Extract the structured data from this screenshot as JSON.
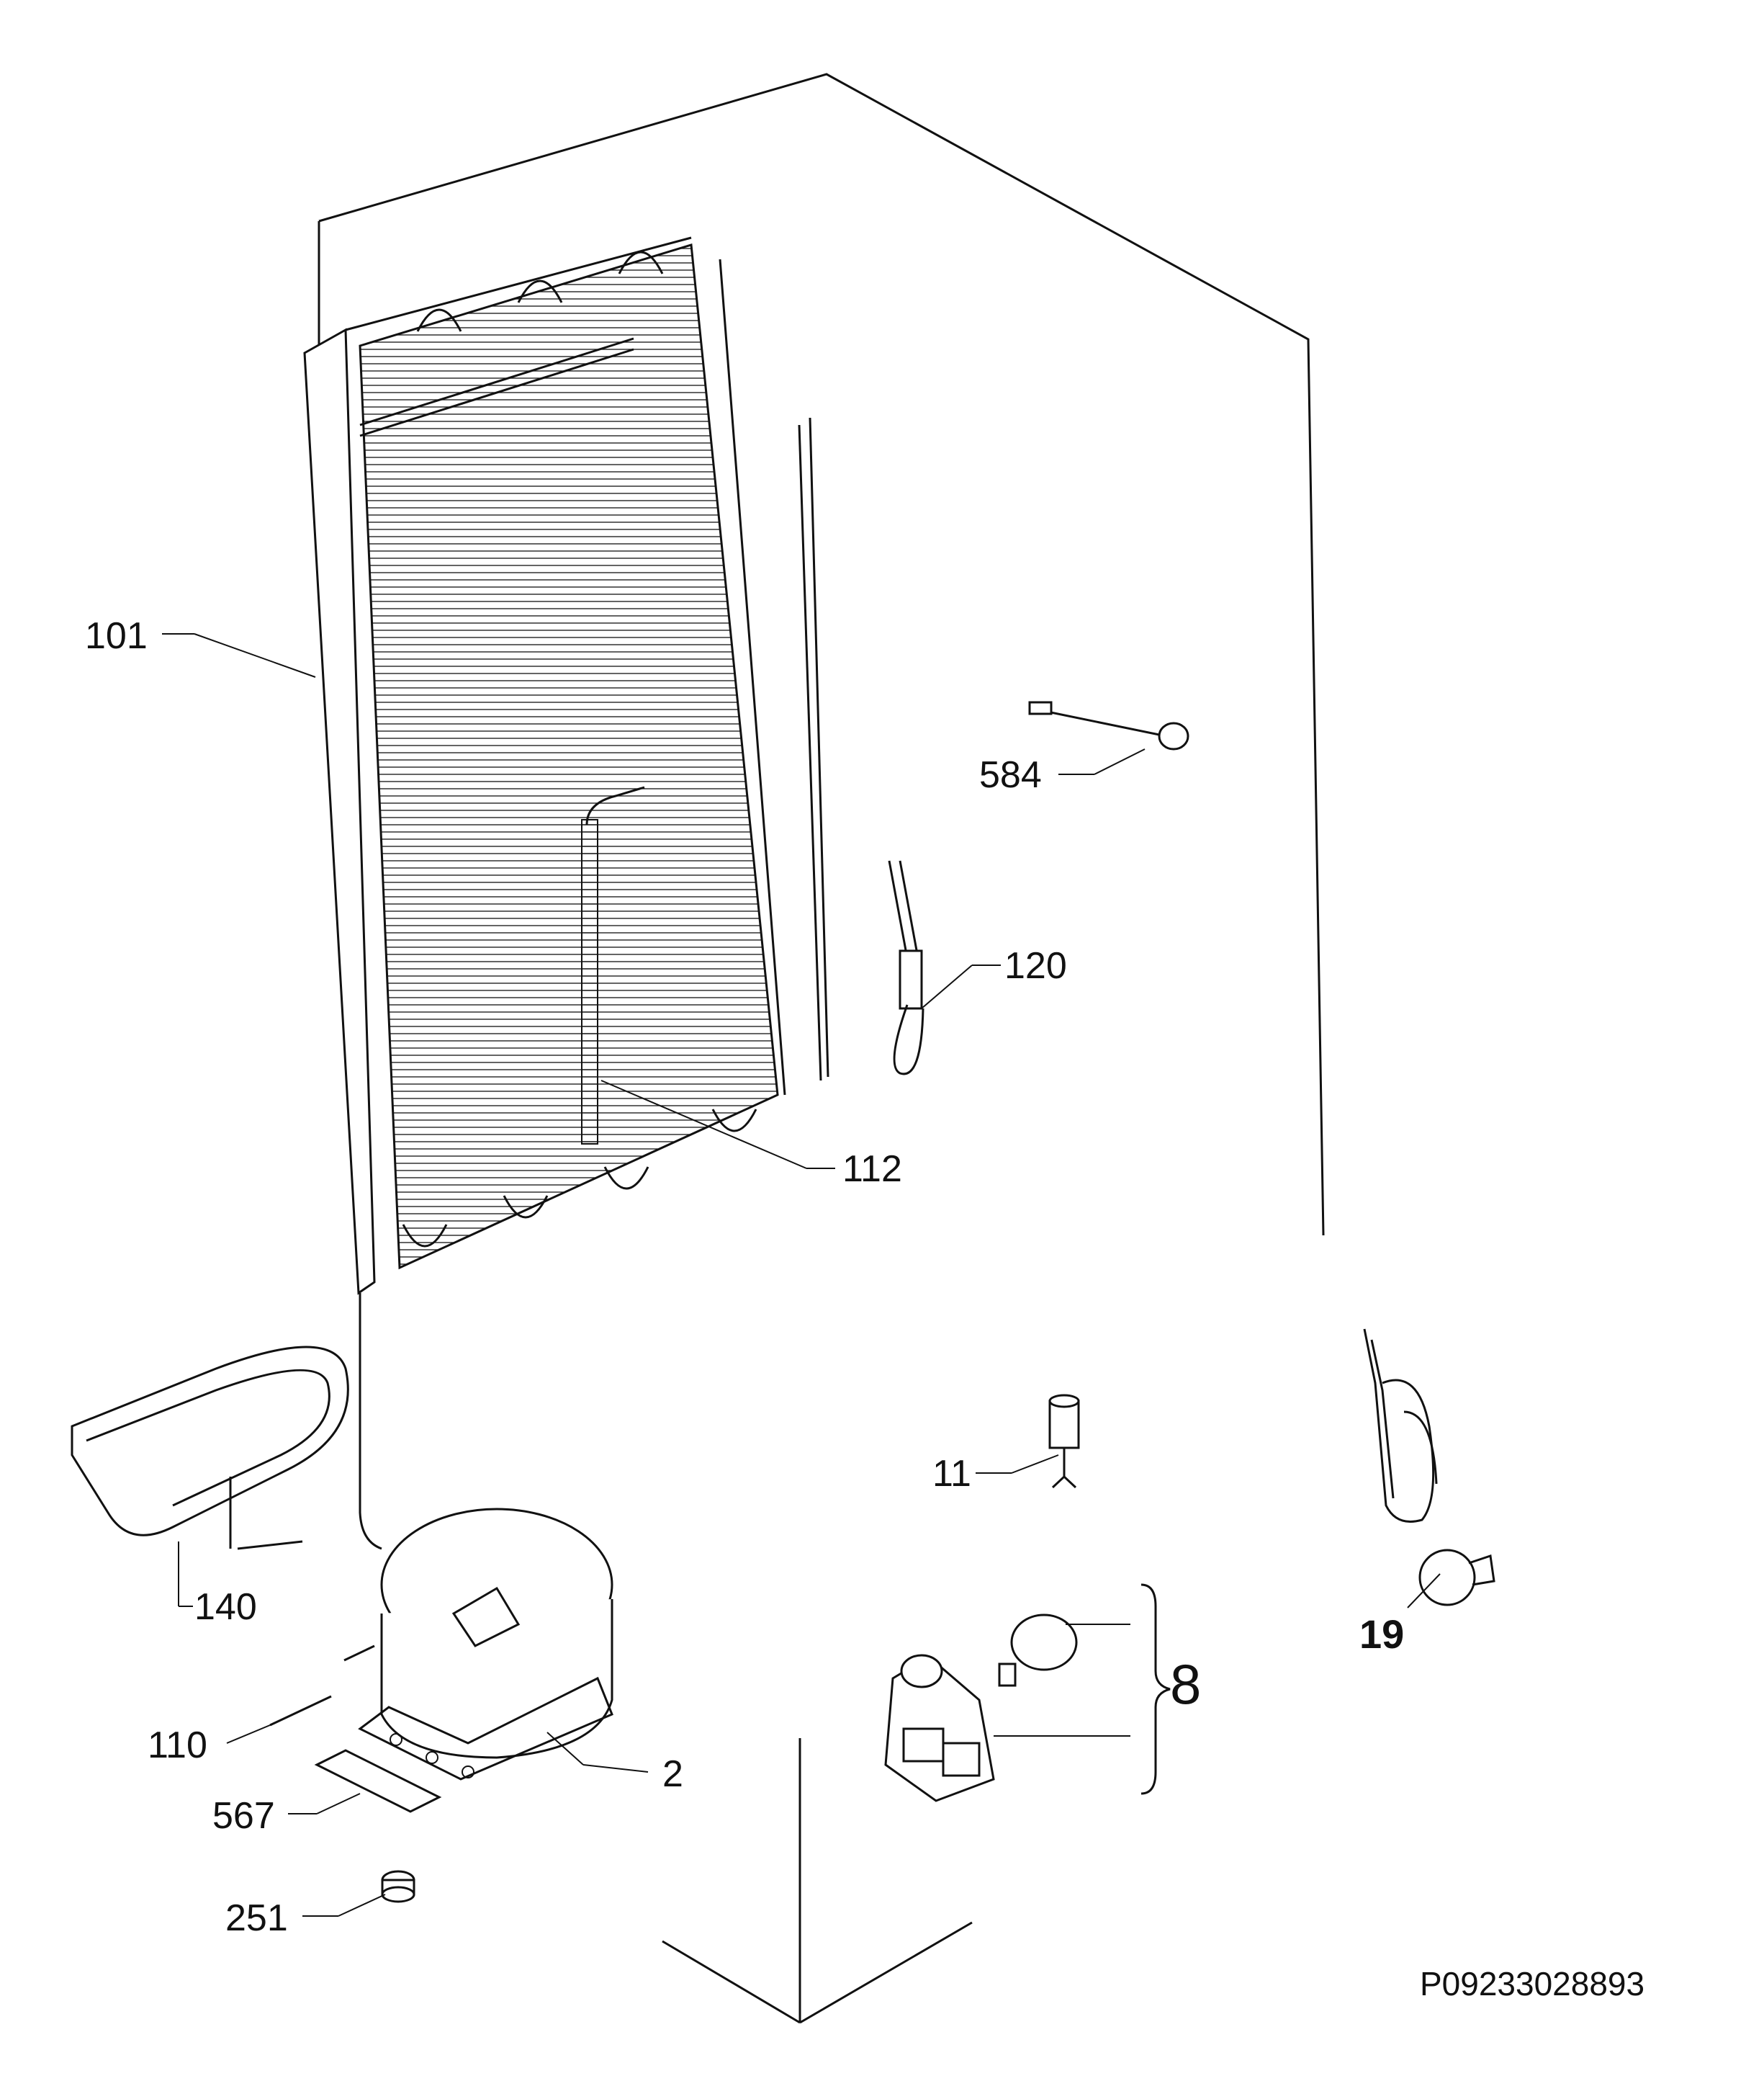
{
  "diagram": {
    "reference_code": "P09233028893",
    "callouts": [
      {
        "id": "101",
        "label": "101"
      },
      {
        "id": "584",
        "label": "584"
      },
      {
        "id": "120",
        "label": "120"
      },
      {
        "id": "112",
        "label": "112"
      },
      {
        "id": "11",
        "label": "11"
      },
      {
        "id": "19",
        "label": "19"
      },
      {
        "id": "140",
        "label": "140"
      },
      {
        "id": "8",
        "label": "8"
      },
      {
        "id": "110",
        "label": "110"
      },
      {
        "id": "2",
        "label": "2"
      },
      {
        "id": "567",
        "label": "567"
      },
      {
        "id": "251",
        "label": "251"
      }
    ]
  }
}
